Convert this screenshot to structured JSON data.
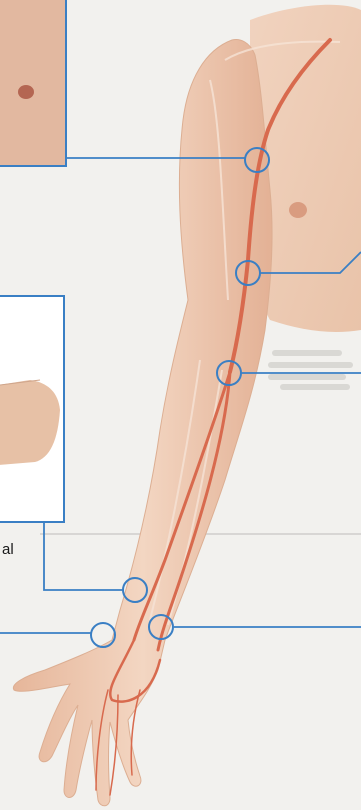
{
  "labels": {
    "partial_label": "al"
  },
  "colors": {
    "callout_line": "#3a7fc4",
    "artery": "#d86a4e",
    "skin": "#efcfb8",
    "skin_shadow": "#dba98b",
    "background": "#f2f1ee",
    "inset_skin": "#e7c1a6"
  },
  "icons": [
    "callout-circle",
    "callout-line"
  ]
}
